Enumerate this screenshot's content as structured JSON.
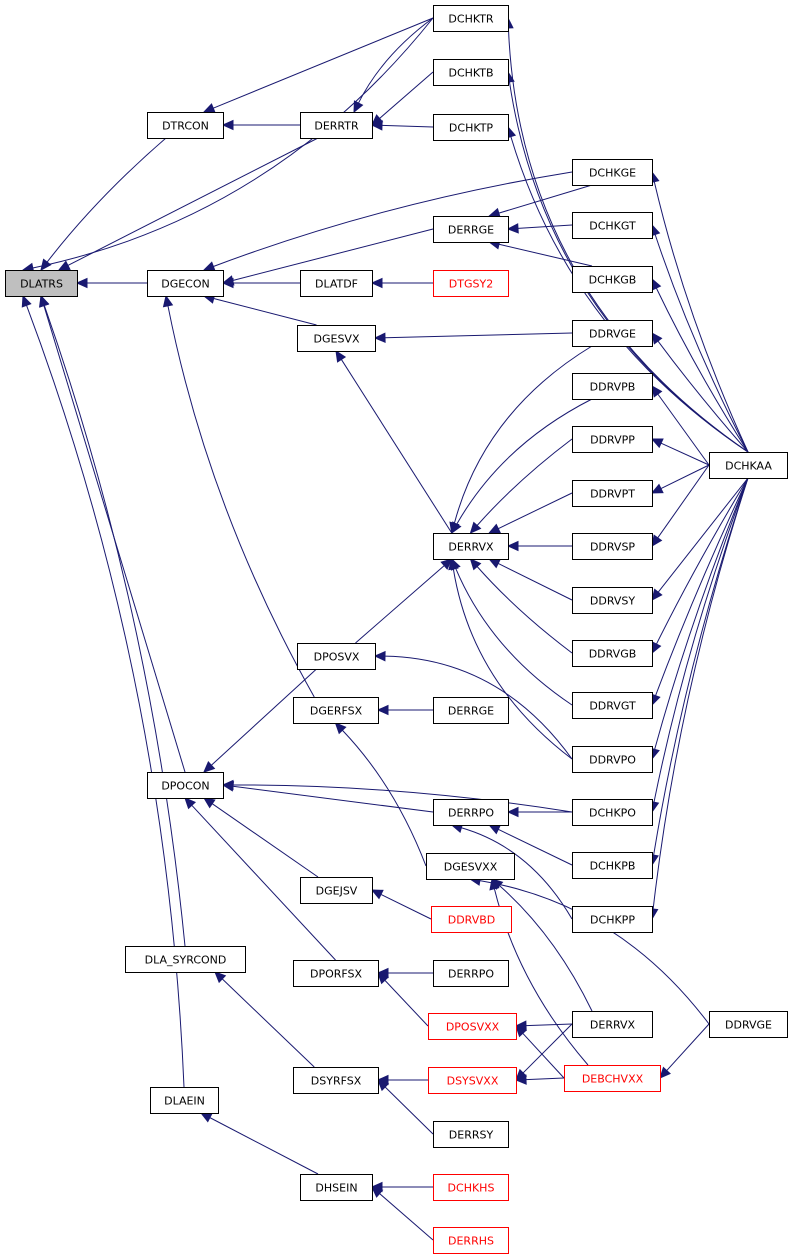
{
  "colors": {
    "edge": "#191970",
    "root_fill": "#bfbfbf",
    "highlight_border": "#ff0000"
  },
  "nodes": {
    "DLATRS": "DLATRS",
    "DCHKTR": "DCHKTR",
    "DCHKTB": "DCHKTB",
    "DTRCON": "DTRCON",
    "DERRTR": "DERRTR",
    "DCHKTP": "DCHKTP",
    "DCHKGE": "DCHKGE",
    "DERRGE": "DERRGE",
    "DCHKGT": "DCHKGT",
    "DGECON": "DGECON",
    "DLATDF": "DLATDF",
    "DTGSY2": "DTGSY2",
    "DCHKGB": "DCHKGB",
    "DGESVX": "DGESVX",
    "DDRVGE": "DDRVGE",
    "DDRVPB": "DDRVPB",
    "DDRVPP": "DDRVPP",
    "DCHKAA": "DCHKAA",
    "DDRVPT": "DDRVPT",
    "DERRVX": "DERRVX",
    "DDRVSP": "DDRVSP",
    "DDRVSY": "DDRVSY",
    "DDRVGB": "DDRVGB",
    "DPOSVX": "DPOSVX",
    "DDRVGT": "DDRVGT",
    "DGERFSX": "DGERFSX",
    "DERRGE2": "DERRGE",
    "DDRVPO": "DDRVPO",
    "DPOCON": "DPOCON",
    "DCHKPO": "DCHKPO",
    "DERRPO": "DERRPO",
    "DGESVXX": "DGESVXX",
    "DCHKPB": "DCHKPB",
    "DGEJSV": "DGEJSV",
    "DDRVBD": "DDRVBD",
    "DCHKPP": "DCHKPP",
    "DLA_SYRCOND": "DLA_SYRCOND",
    "DPORFSX": "DPORFSX",
    "DERRPO2": "DERRPO",
    "DPOSVXX": "DPOSVXX",
    "DERRVX2": "DERRVX",
    "DDRVGE2": "DDRVGE",
    "DSYRFSX": "DSYRFSX",
    "DSYSVXX": "DSYSVXX",
    "DEBCHVXX": "DEBCHVXX",
    "DLAEIN": "DLAEIN",
    "DERRSY": "DERRSY",
    "DHSEIN": "DHSEIN",
    "DCHKHS": "DCHKHS",
    "DERRHS": "DERRHS"
  }
}
